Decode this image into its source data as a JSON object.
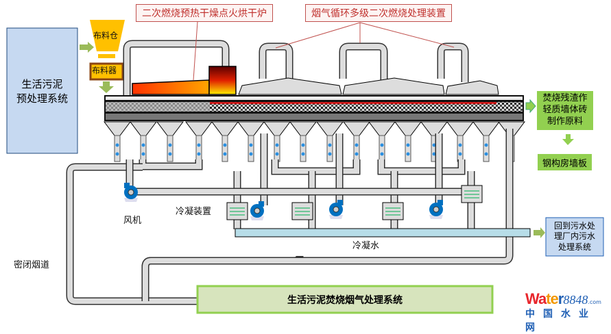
{
  "diagram": {
    "left_system": "生活污泥\n预处理系统",
    "hopper": "布料仓",
    "distributor": "布料器",
    "callout_furnace": "二次燃烧预热干燥点火烘干炉",
    "callout_secondary": "烟气循环多级二次燃烧处理装置",
    "residue_box": "焚烧残渣作\n轻质墙体砖\n制作原料",
    "product_box": "钢构房墙板",
    "fan_label": "风机",
    "condenser_label": "冷凝装置",
    "condensate_label": "冷凝水",
    "return_box": "回到污水处\n理厂内污水\n处理系统",
    "duct_label": "密闭烟道",
    "bottom_system": "生活污泥焚烧烟气处理系统",
    "logo": {
      "brand_a": "Wa",
      "brand_b": "te",
      "brand_c": "r",
      "brand_num": "8848",
      "brand_com": ".com",
      "brand_cn": "中国水业网"
    },
    "colors": {
      "system_box_fill": "#c6d9f1",
      "system_box_border": "#1f497d",
      "green_box": "#92d050",
      "hopper": "#ffc000",
      "furnace_hot": "#ff4500",
      "pipe_fill": "#d9d9d9",
      "condensate_pipe": "#b7dde8",
      "fan_blue": "#0070c0",
      "bottom_box_fill": "#d7e4bd",
      "bottom_box_border": "#92d050",
      "callout_border": "#c0504d",
      "arrow_green": "#9bbb59"
    }
  }
}
